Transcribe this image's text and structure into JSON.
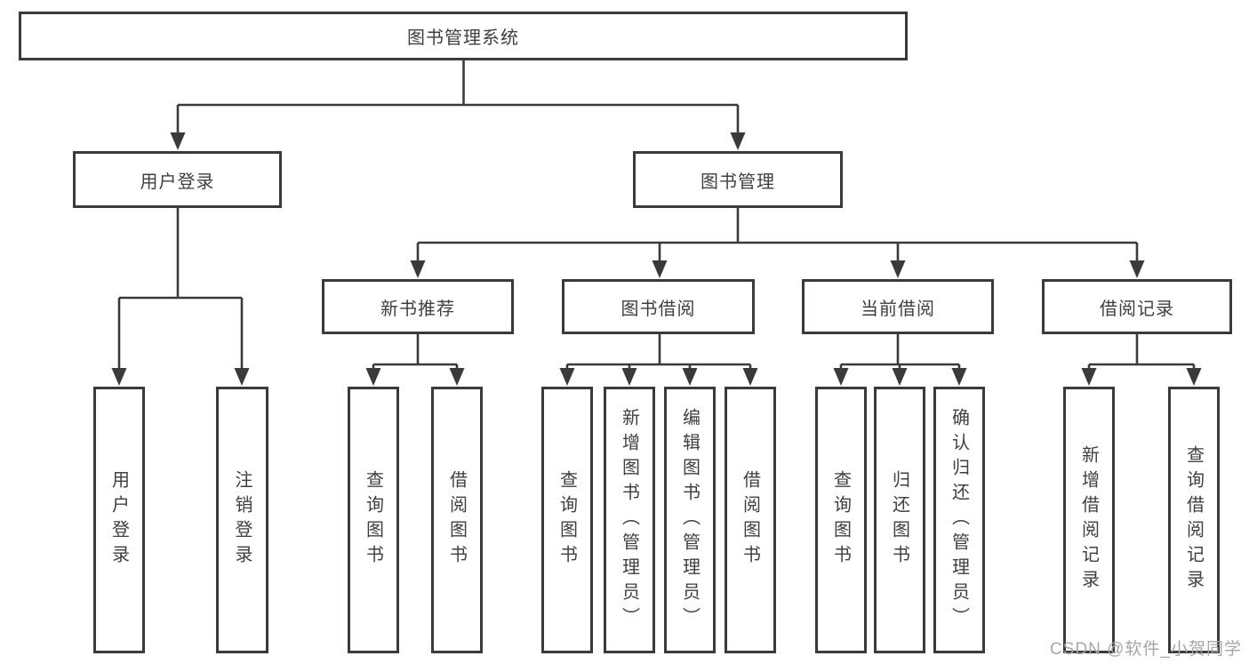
{
  "root": {
    "label": "图书管理系统"
  },
  "user_login": {
    "label": "用户登录",
    "children": [
      {
        "label": "用户登录"
      },
      {
        "label": "注销登录"
      }
    ]
  },
  "book_mgmt": {
    "label": "图书管理",
    "groups": [
      {
        "label": "新书推荐",
        "children": [
          {
            "label": "查询图书"
          },
          {
            "label": "借阅图书"
          }
        ]
      },
      {
        "label": "图书借阅",
        "children": [
          {
            "label": "查询图书"
          },
          {
            "label": "新增图书（管理员）"
          },
          {
            "label": "编辑图书（管理员）"
          },
          {
            "label": "借阅图书"
          }
        ]
      },
      {
        "label": "当前借阅",
        "children": [
          {
            "label": "查询图书"
          },
          {
            "label": "归还图书"
          },
          {
            "label": "确认归还（管理员）"
          }
        ]
      },
      {
        "label": "借阅记录",
        "children": [
          {
            "label": "新增借阅记录"
          },
          {
            "label": "查询借阅记录"
          }
        ]
      }
    ]
  },
  "watermark": "CSDN @软件_小贺同学",
  "colors": {
    "line": "#3a3a3a",
    "box_border": "#3a3a3a",
    "text": "#3c3f43",
    "watermark": "#a6a6a6",
    "background": "#ffffff"
  }
}
